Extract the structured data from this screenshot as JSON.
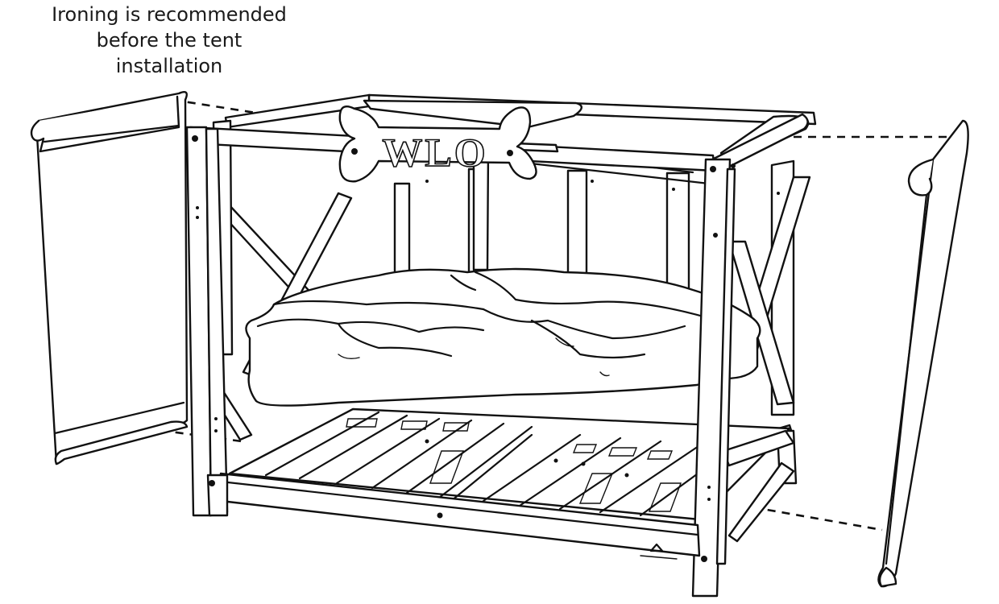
{
  "caption": {
    "line1": "Ironing is recommended",
    "line2": "before the tent",
    "line3": "installation"
  },
  "headboard": {
    "sign_text": "WLO"
  },
  "colors": {
    "ink": "#111111",
    "background": "#ffffff"
  }
}
